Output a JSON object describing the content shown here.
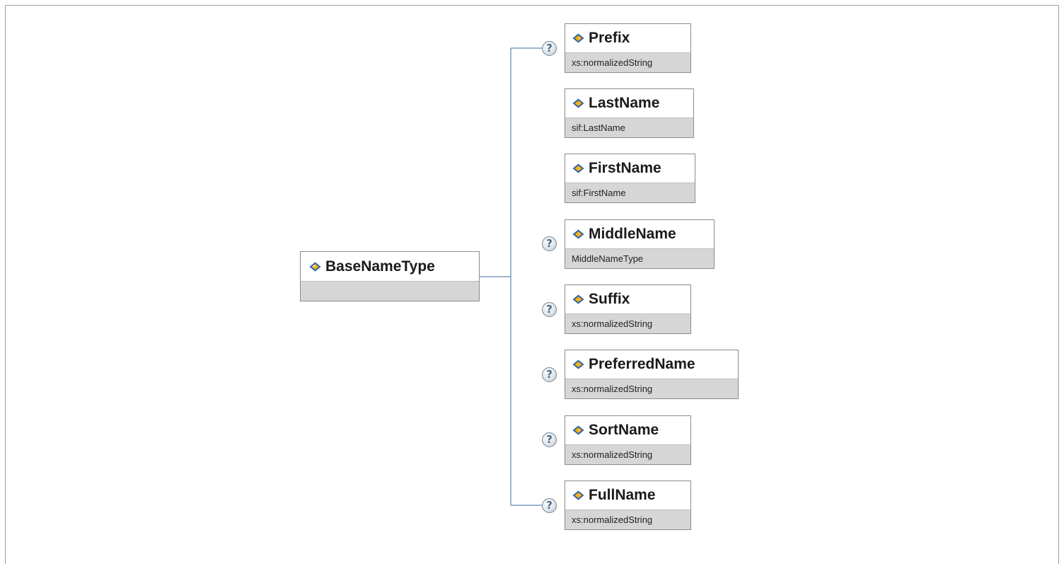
{
  "diagram": {
    "root": {
      "name": "BaseNameType",
      "type": ""
    },
    "children": [
      {
        "name": "Prefix",
        "type": "xs:normalizedString",
        "optional": true
      },
      {
        "name": "LastName",
        "type": "sif:LastName",
        "optional": false
      },
      {
        "name": "FirstName",
        "type": "sif:FirstName",
        "optional": false
      },
      {
        "name": "MiddleName",
        "type": "MiddleNameType",
        "optional": true
      },
      {
        "name": "Suffix",
        "type": "xs:normalizedString",
        "optional": true
      },
      {
        "name": "PreferredName",
        "type": "xs:normalizedString",
        "optional": true
      },
      {
        "name": "SortName",
        "type": "xs:normalizedString",
        "optional": true
      },
      {
        "name": "FullName",
        "type": "xs:normalizedString",
        "optional": true
      }
    ],
    "optional_marker": "?",
    "element_icon": "element-diamond-icon",
    "colors": {
      "connector": "#3b6ea5",
      "type_band": "#d6d6d6",
      "icon_blue": "#2c5fa8",
      "icon_yellow": "#f2b416"
    }
  }
}
